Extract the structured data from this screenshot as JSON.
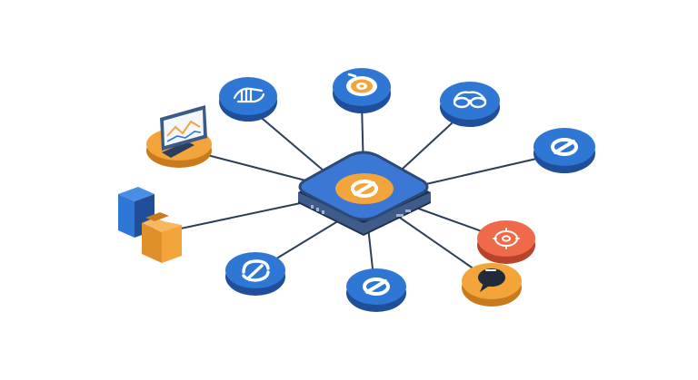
{
  "colors": {
    "background": "#ffffff",
    "hub_blue": "#3b78d6",
    "hub_dark": "#2b4a78",
    "node_blue": "#2f77d5",
    "node_side": "#1f4f9a",
    "accent_orange": "#f3a43a",
    "accent_red": "#ef6a48",
    "line": "#2d3f55",
    "icon_white": "#ffffff"
  },
  "hub": {
    "name": "central-hub",
    "icon": "link-icon"
  },
  "nodes": [
    {
      "id": "top-left-node",
      "color": "blue",
      "icon": "handshake-icon"
    },
    {
      "id": "top-node",
      "color": "blue",
      "icon": "target-icon"
    },
    {
      "id": "top-right-node",
      "color": "blue",
      "icon": "glasses-icon"
    },
    {
      "id": "right-node",
      "color": "blue",
      "icon": "link-icon"
    },
    {
      "id": "red-node",
      "color": "red",
      "icon": "settings-icon"
    },
    {
      "id": "orange-node",
      "color": "orange",
      "icon": "chat-bubble-icon"
    },
    {
      "id": "bottom-node",
      "color": "blue",
      "icon": "link-icon"
    },
    {
      "id": "bottom-left-node",
      "color": "blue",
      "icon": "sync-icon"
    },
    {
      "id": "monitor-node",
      "color": "orange",
      "icon": "chart-monitor-icon"
    },
    {
      "id": "folders-node",
      "color": "orange",
      "icon": "folders-icon"
    }
  ]
}
